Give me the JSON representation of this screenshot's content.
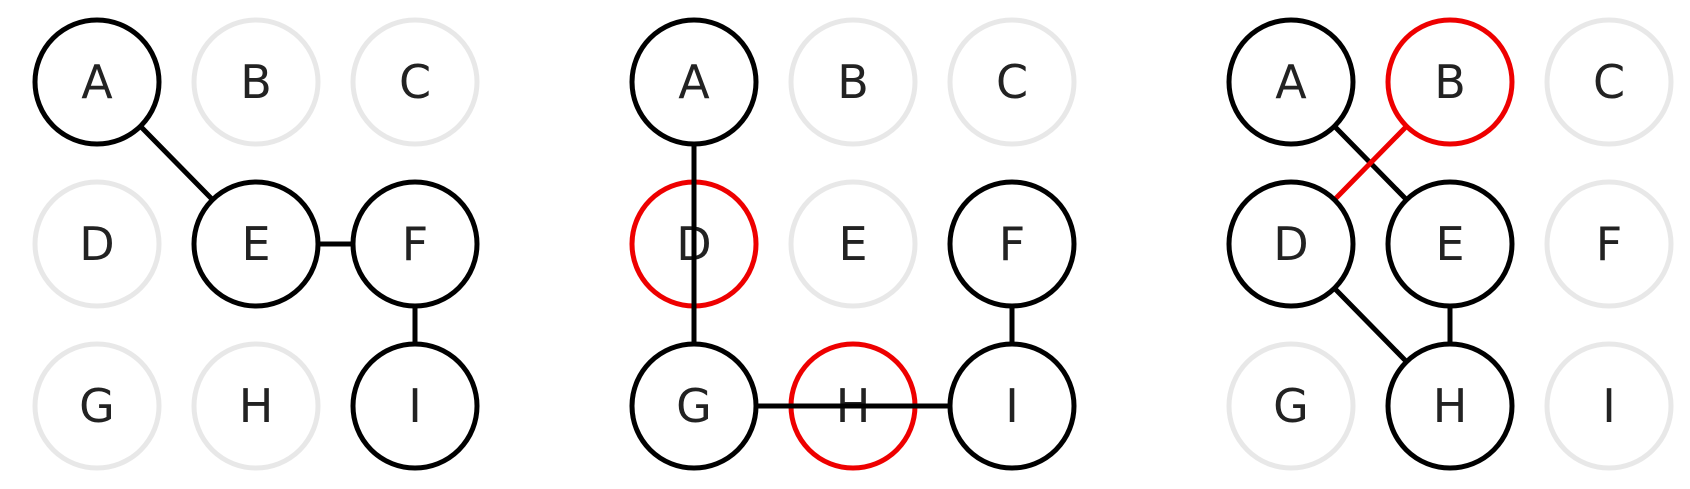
{
  "colors": {
    "active": "#000000",
    "inactive": "#e8e8e8",
    "error": "#ee0000",
    "label": "#222222"
  },
  "grid_rows": [
    [
      "A",
      "B",
      "C"
    ],
    [
      "D",
      "E",
      "F"
    ],
    [
      "G",
      "H",
      "I"
    ]
  ],
  "panels": [
    {
      "nodes": {
        "A": "active",
        "B": "inactive",
        "C": "inactive",
        "D": "inactive",
        "E": "active",
        "F": "active",
        "G": "inactive",
        "H": "inactive",
        "I": "active"
      },
      "edges": [
        {
          "from": "A",
          "to": "E",
          "state": "active"
        },
        {
          "from": "E",
          "to": "F",
          "state": "active"
        },
        {
          "from": "F",
          "to": "I",
          "state": "active"
        }
      ]
    },
    {
      "nodes": {
        "A": "active",
        "B": "inactive",
        "C": "inactive",
        "D": "error",
        "E": "inactive",
        "F": "active",
        "G": "active",
        "H": "error",
        "I": "active"
      },
      "edges": [
        {
          "from": "A",
          "to": "G",
          "state": "active"
        },
        {
          "from": "G",
          "to": "I",
          "state": "active"
        },
        {
          "from": "F",
          "to": "I",
          "state": "active"
        }
      ]
    },
    {
      "nodes": {
        "A": "active",
        "B": "error",
        "C": "inactive",
        "D": "active",
        "E": "active",
        "F": "inactive",
        "G": "inactive",
        "H": "active",
        "I": "inactive"
      },
      "edges": [
        {
          "from": "A",
          "to": "E",
          "state": "active"
        },
        {
          "from": "B",
          "to": "D",
          "state": "error"
        },
        {
          "from": "D",
          "to": "H",
          "state": "active"
        },
        {
          "from": "E",
          "to": "H",
          "state": "active"
        }
      ]
    }
  ]
}
